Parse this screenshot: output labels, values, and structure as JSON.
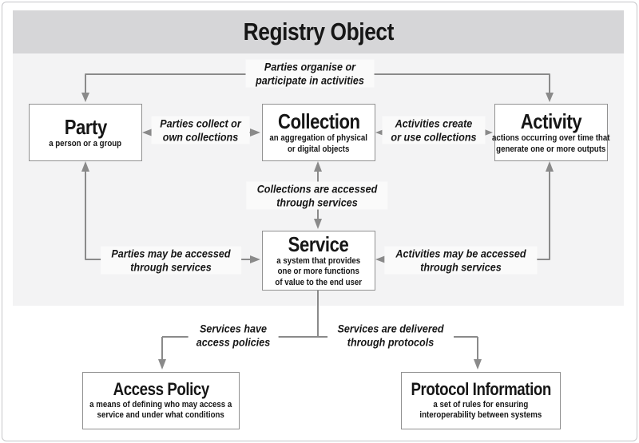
{
  "colors": {
    "header_bg": "#d6d6d8",
    "panel_bg": "#f3f3f4",
    "label_bg": "#fafafa",
    "line": "#8a8a8a",
    "box_border": "#919191",
    "text": "#161616"
  },
  "header": {
    "title": "Registry Object"
  },
  "nodes": {
    "party": {
      "title": "Party",
      "desc": [
        "a person or a group"
      ]
    },
    "collection": {
      "title": "Collection",
      "desc": [
        "an aggregation of physical",
        "or digital objects"
      ]
    },
    "activity": {
      "title": "Activity",
      "desc": [
        "actions occurring over time that",
        "generate one or more outputs"
      ]
    },
    "service": {
      "title": "Service",
      "desc": [
        "a system that provides",
        "one or more functions",
        "of value to the end user"
      ]
    },
    "access_policy": {
      "title": "Access Policy",
      "desc": [
        "a means of defining who may access a",
        "service and under what conditions"
      ]
    },
    "protocol_information": {
      "title": "Protocol Information",
      "desc": [
        "a set of rules for ensuring",
        "interoperability between systems"
      ]
    }
  },
  "edge_labels": {
    "organise": [
      "Parties organise or",
      "participate in activities"
    ],
    "collect": [
      "Parties collect or",
      "own collections"
    ],
    "create": [
      "Activities create",
      "or use collections"
    ],
    "collections_accessed": [
      "Collections are accessed",
      "through services"
    ],
    "parties_accessed": [
      "Parties may be accessed",
      "through services"
    ],
    "activities_accessed": [
      "Activities may be accessed",
      "through services"
    ],
    "access_policies": [
      "Services have",
      "access policies"
    ],
    "protocols": [
      "Services are delivered",
      "through protocols"
    ]
  }
}
